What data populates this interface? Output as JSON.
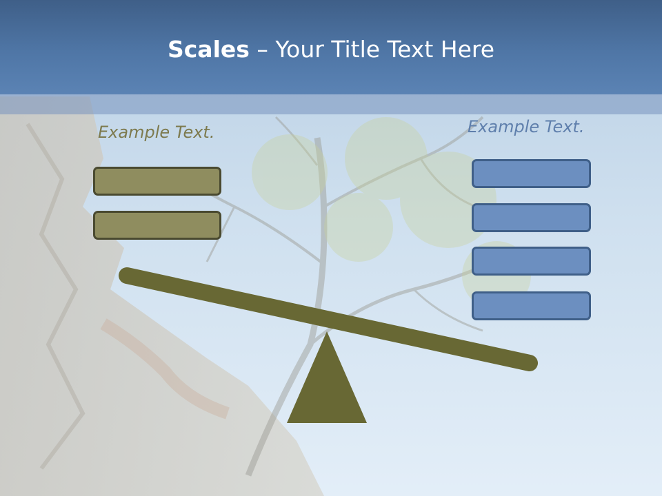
{
  "title": {
    "bold": "Scales",
    "rest": " – Your Title Text Here"
  },
  "left_column": {
    "label": "Example Text.",
    "boxes": 2
  },
  "right_column": {
    "label": "Example Text.",
    "boxes": 4
  },
  "colors": {
    "header": "#4f76a6",
    "olive_box": "#8f8d5f",
    "blue_box": "#6c8fc0",
    "beam": "#686834"
  }
}
